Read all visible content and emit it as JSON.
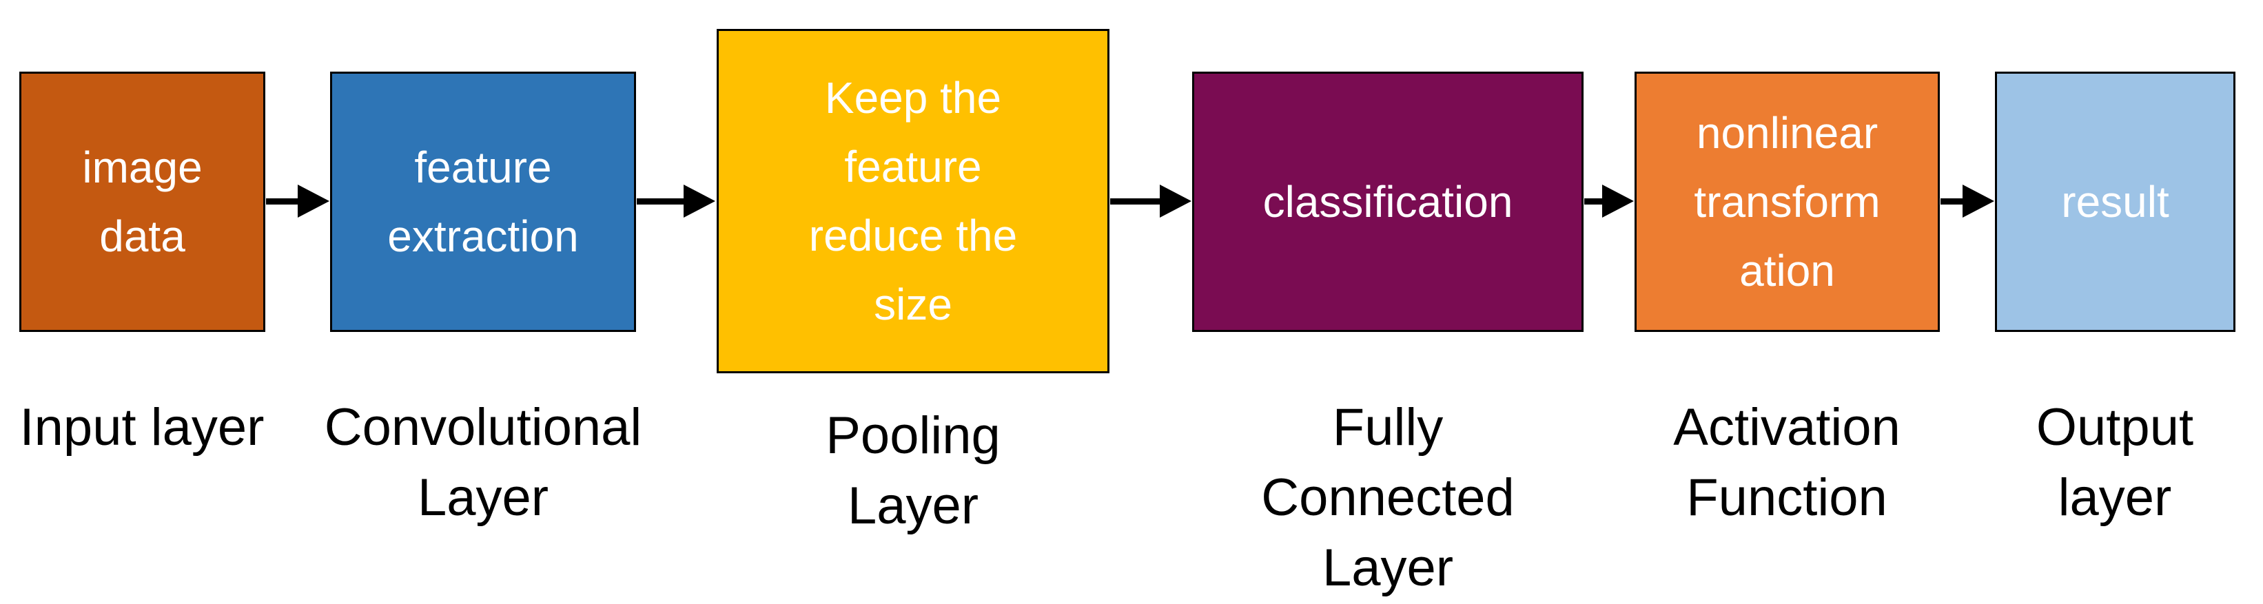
{
  "diagram": {
    "background": "#FFFFFF",
    "border_color": "#000000",
    "arrow_color": "#000000",
    "stages": [
      {
        "box_text": "image\ndata",
        "layer_label": "Input layer",
        "box_color": "#C45911",
        "text_color": "#FFFFFF"
      },
      {
        "box_text": "feature\nextraction",
        "layer_label": "Convolutional\nLayer",
        "box_color": "#2E75B6",
        "text_color": "#FFFFFF"
      },
      {
        "box_text": "Keep the\nfeature\nreduce the\nsize",
        "layer_label": "Pooling\nLayer",
        "box_color": "#FFC000",
        "text_color": "#FFFFFF"
      },
      {
        "box_text": "classification",
        "layer_label": "Fully\nConnected\nLayer",
        "box_color": "#7A0C52",
        "text_color": "#FFFFFF"
      },
      {
        "box_text": "nonlinear\ntransform\nation",
        "layer_label": "Activation\nFunction",
        "box_color": "#ED7D31",
        "text_color": "#FFFFFF"
      },
      {
        "box_text": "result",
        "layer_label": "Output\nlayer",
        "box_color": "#9DC3E6",
        "text_color": "#FFFFFF"
      }
    ]
  }
}
